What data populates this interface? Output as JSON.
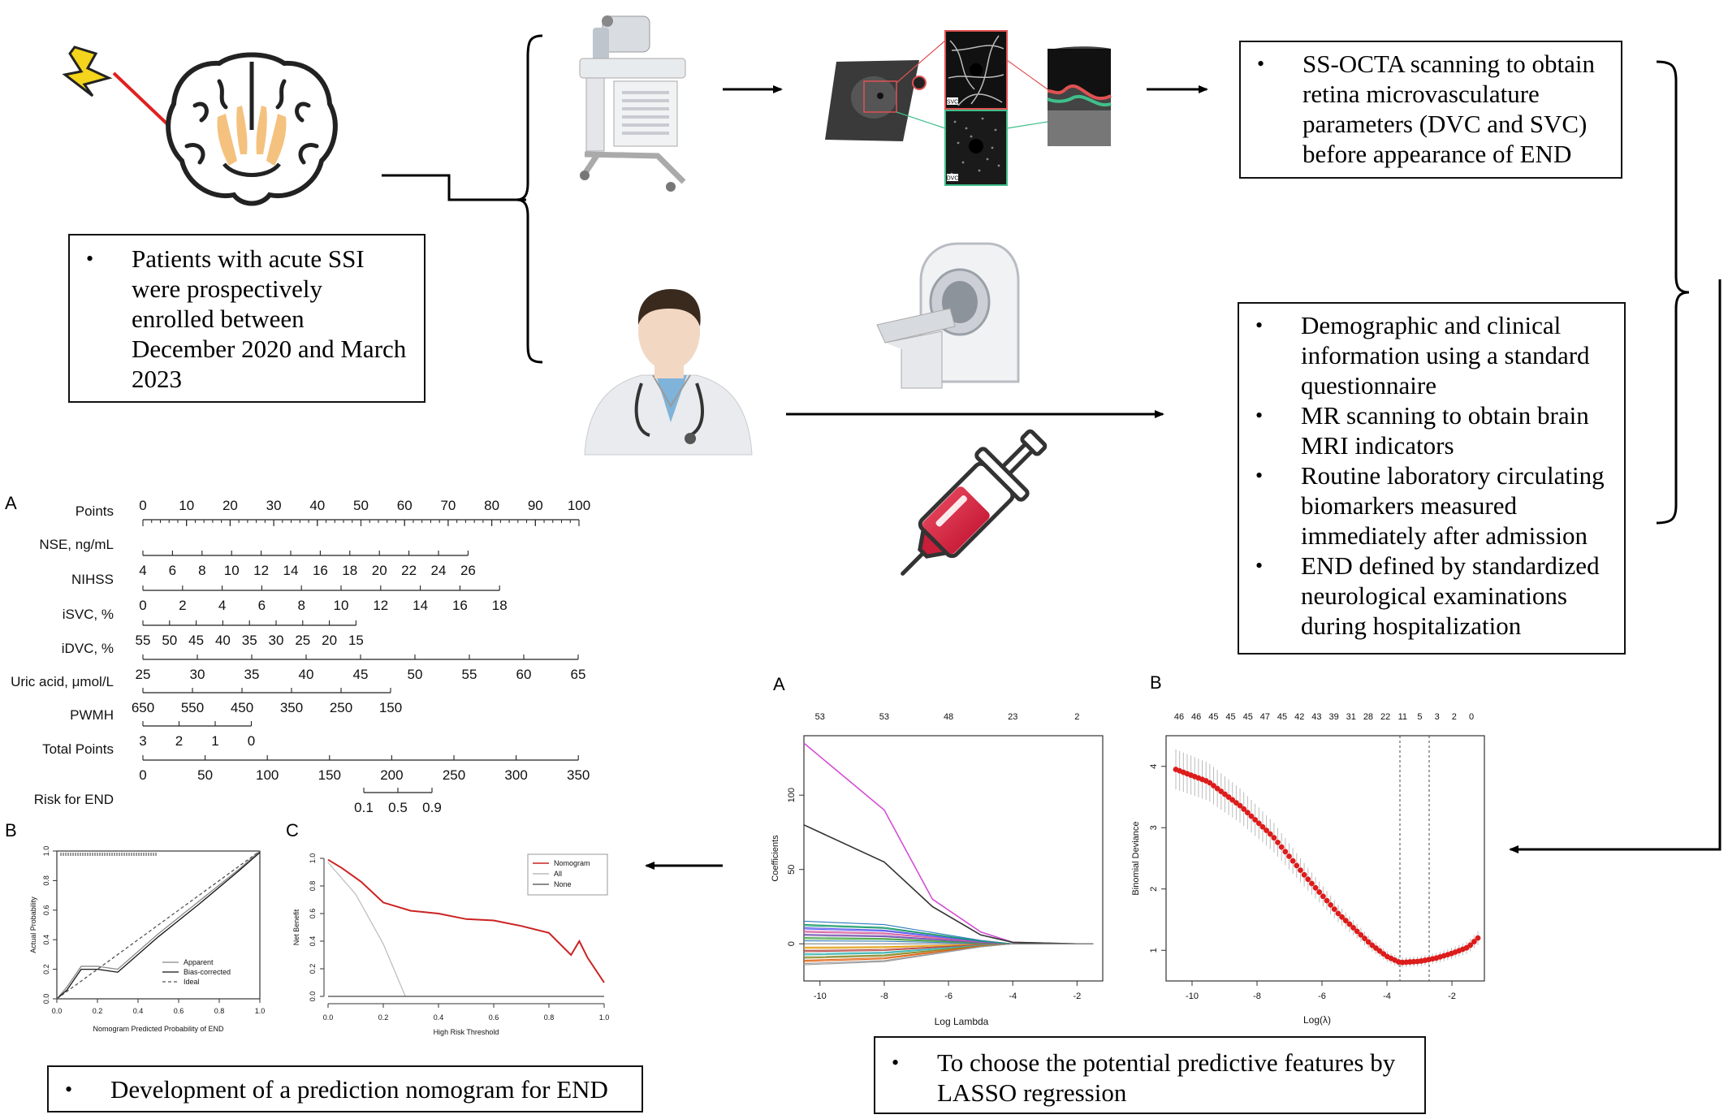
{
  "boxes": {
    "patients": "Patients with acute SSI\nwere prospectively\nenrolled between\nDecember 2020 and March\n2023",
    "octa": "SS-OCTA scanning to obtain\nretina microvasculature\nparameters (DVC and SVC)\nbefore  appearance of END",
    "clinical": [
      "Demographic and clinical\ninformation using a standard\nquestionnaire",
      "MR scanning to obtain brain\nMRI indicators",
      "Routine laboratory circulating\nbiomarkers measured\nimmediately after admission",
      " END defined by standardized\nneurological examinations\nduring hospitalization"
    ],
    "lasso": "To choose the potential predictive features by\nLASSO regression",
    "nomogram": "Development of  a prediction nomogram for END"
  },
  "octa_labels": {
    "top": "SVC",
    "bottom": "DVC"
  },
  "nomogram": {
    "panel": "A",
    "rows": [
      {
        "label": "Points",
        "ticks": [
          "0",
          "10",
          "20",
          "30",
          "40",
          "50",
          "60",
          "70",
          "80",
          "90",
          "100"
        ]
      },
      {
        "label": "NSE, ng/mL",
        "ticks": [
          "4",
          "6",
          "8",
          "10",
          "12",
          "14",
          "16",
          "18",
          "20",
          "22",
          "24",
          "26"
        ]
      },
      {
        "label": "NIHSS",
        "ticks": [
          "0",
          "2",
          "4",
          "6",
          "8",
          "10",
          "12",
          "14",
          "16",
          "18"
        ]
      },
      {
        "label": "iSVC, %",
        "ticks": [
          "55",
          "50",
          "45",
          "40",
          "35",
          "30",
          "25",
          "20",
          "15"
        ]
      },
      {
        "label": "iDVC, %",
        "ticks": [
          "25",
          "30",
          "35",
          "40",
          "45",
          "50",
          "55",
          "60",
          "65"
        ]
      },
      {
        "label": "Uric acid, μmol/L",
        "ticks": [
          "650",
          "550",
          "450",
          "350",
          "250",
          "150"
        ]
      },
      {
        "label": "PWMH",
        "ticks": [
          "3",
          "2",
          "1",
          "0"
        ]
      },
      {
        "label": "Total Points",
        "ticks": [
          "0",
          "50",
          "100",
          "150",
          "200",
          "250",
          "300",
          "350"
        ]
      },
      {
        "label": "Risk for END",
        "ticks": [
          "0.1",
          "0.5",
          "0.9"
        ]
      }
    ]
  },
  "chart_data": [
    {
      "type": "line",
      "panel": "B",
      "xlabel": "Nomogram Predicted Probability of END",
      "ylabel": "Actual Probability",
      "xlim": [
        0,
        1
      ],
      "ylim": [
        0,
        1
      ],
      "xticks": [
        "0.0",
        "0.2",
        "0.4",
        "0.6",
        "0.8",
        "1.0"
      ],
      "yticks": [
        "0.0",
        "0.2",
        "0.4",
        "0.6",
        "0.8",
        "1.0"
      ],
      "legend": [
        "Apparent",
        "Bias-corrected",
        "Ideal"
      ],
      "legend_position": "bottom-right",
      "series": [
        {
          "name": "Apparent",
          "x": [
            0,
            0.05,
            0.12,
            0.2,
            0.3,
            0.5,
            0.7,
            0.9,
            1.0
          ],
          "y": [
            0,
            0.08,
            0.22,
            0.22,
            0.2,
            0.44,
            0.66,
            0.88,
            1.0
          ]
        },
        {
          "name": "Bias-corrected",
          "x": [
            0,
            0.05,
            0.12,
            0.2,
            0.3,
            0.5,
            0.7,
            0.9,
            1.0
          ],
          "y": [
            0,
            0.06,
            0.2,
            0.2,
            0.18,
            0.42,
            0.64,
            0.87,
            0.99
          ]
        },
        {
          "name": "Ideal",
          "x": [
            0,
            1
          ],
          "y": [
            0,
            1
          ]
        }
      ]
    },
    {
      "type": "line",
      "panel": "C",
      "xlabel": "High Risk Threshold",
      "ylabel": "Net Benefit",
      "xlim": [
        0,
        1
      ],
      "ylim": [
        0,
        1
      ],
      "xticks": [
        "0.0",
        "0.2",
        "0.4",
        "0.6",
        "0.8",
        "1.0"
      ],
      "yticks": [
        "0.0",
        "0.2",
        "0.4",
        "0.6",
        "0.8",
        "1.0"
      ],
      "legend": [
        "Nomogram",
        "All",
        "None"
      ],
      "legend_position": "top-right",
      "colors": {
        "Nomogram": "#cc2222",
        "All": "#bbbbbb",
        "None": "#666666"
      },
      "series": [
        {
          "name": "Nomogram",
          "x": [
            0,
            0.05,
            0.12,
            0.2,
            0.3,
            0.4,
            0.5,
            0.6,
            0.7,
            0.8,
            0.88,
            0.91,
            0.94,
            1.0
          ],
          "y": [
            0.99,
            0.93,
            0.83,
            0.68,
            0.62,
            0.6,
            0.56,
            0.55,
            0.51,
            0.46,
            0.3,
            0.4,
            0.28,
            0.1
          ]
        },
        {
          "name": "All",
          "x": [
            0,
            0.1,
            0.2,
            0.28
          ],
          "y": [
            0.97,
            0.74,
            0.38,
            0.0
          ]
        },
        {
          "name": "None",
          "x": [
            0,
            1
          ],
          "y": [
            0,
            0
          ]
        }
      ]
    },
    {
      "type": "line",
      "panel": "A",
      "xlabel": "Log Lambda",
      "ylabel": "Coefficients",
      "xlim": [
        -10.5,
        -1.2
      ],
      "ylim": [
        -25,
        140
      ],
      "xticks": [
        "-10",
        "-8",
        "-6",
        "-4",
        "-2"
      ],
      "yticks": [
        "0",
        "50",
        "100"
      ],
      "top_ticks": [
        "53",
        "53",
        "48",
        "23",
        "2"
      ],
      "series": [
        {
          "name": "",
          "x": [
            -10.5,
            -8,
            -6.5,
            -5,
            -4,
            -2
          ],
          "y": [
            135,
            90,
            30,
            8,
            1,
            0
          ]
        },
        {
          "name": "",
          "x": [
            -10.5,
            -8,
            -6.5,
            -5,
            -4,
            -2
          ],
          "y": [
            80,
            55,
            25,
            6,
            1,
            0
          ]
        }
      ]
    },
    {
      "type": "line",
      "panel": "B",
      "xlabel": "Log(λ)",
      "ylabel": "Binomial Deviance",
      "xlim": [
        -10.8,
        -1.0
      ],
      "ylim": [
        0.5,
        4.5
      ],
      "xticks": [
        "-10",
        "-8",
        "-6",
        "-4",
        "-2"
      ],
      "yticks": [
        "1",
        "2",
        "3",
        "4"
      ],
      "top_ticks": [
        "46",
        "46",
        "45",
        "45",
        "45",
        "47",
        "45",
        "42",
        "43",
        "39",
        "31",
        "28",
        "22",
        "11",
        "5",
        "3",
        "2",
        "0"
      ],
      "vlines": [
        -3.6,
        -2.7
      ],
      "series": [
        {
          "name": "",
          "x": [
            -10.5,
            -9.5,
            -8.5,
            -7.5,
            -6.5,
            -5.5,
            -4.5,
            -4,
            -3.6,
            -3,
            -2.5,
            -2,
            -1.5,
            -1.2
          ],
          "y": [
            3.95,
            3.75,
            3.35,
            2.85,
            2.2,
            1.6,
            1.1,
            0.9,
            0.8,
            0.82,
            0.87,
            0.95,
            1.05,
            1.2
          ]
        }
      ]
    }
  ]
}
